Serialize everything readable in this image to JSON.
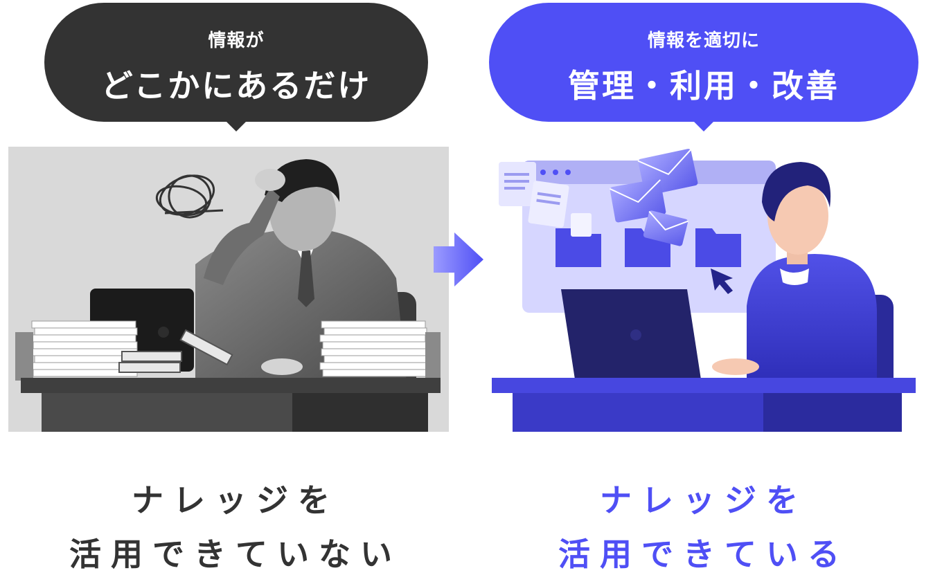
{
  "left_bubble": {
    "small": "情報が",
    "big": "どこかにあるだけ"
  },
  "right_bubble": {
    "small": "情報を適切に",
    "big": "管理・利用・改善"
  },
  "left_caption": {
    "line1": "ナレッジを",
    "line2": "活用できていない"
  },
  "right_caption": {
    "line1": "ナレッジを",
    "line2": "活用できている"
  },
  "colors": {
    "dark": "#333333",
    "accent": "#4f4ff5"
  },
  "icons": [
    "arrow-right-icon",
    "envelope-icon",
    "document-icon",
    "folder-icon",
    "cursor-icon",
    "tangle-scribble-icon"
  ]
}
